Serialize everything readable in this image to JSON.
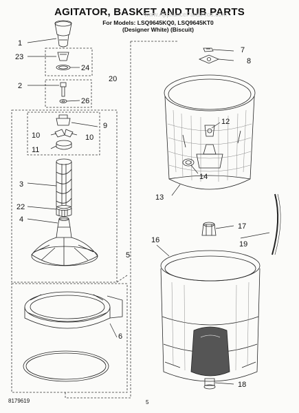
{
  "title": "AGITATOR, BASKET AND TUB PARTS",
  "models_line1": "For Models: LSQ9645KQ0, LSQ9645KT0",
  "models_line2": "(Designer White)   (Biscuit)",
  "watermark": "www.AppliancePartsPros.com",
  "part_number": "8179619",
  "page_number": "5",
  "callouts": {
    "c1": "1",
    "c23": "23",
    "c24": "24",
    "c2": "2",
    "c26": "26",
    "c20": "20",
    "c9": "9",
    "c10a": "10",
    "c10b": "10",
    "c11": "11",
    "c3": "3",
    "c22": "22",
    "c4": "4",
    "c5": "5",
    "c6": "6",
    "c7": "7",
    "c8": "8",
    "c12": "12",
    "c13": "13",
    "c14": "14",
    "c16": "16",
    "c17": "17",
    "c19": "19",
    "c18": "18"
  }
}
